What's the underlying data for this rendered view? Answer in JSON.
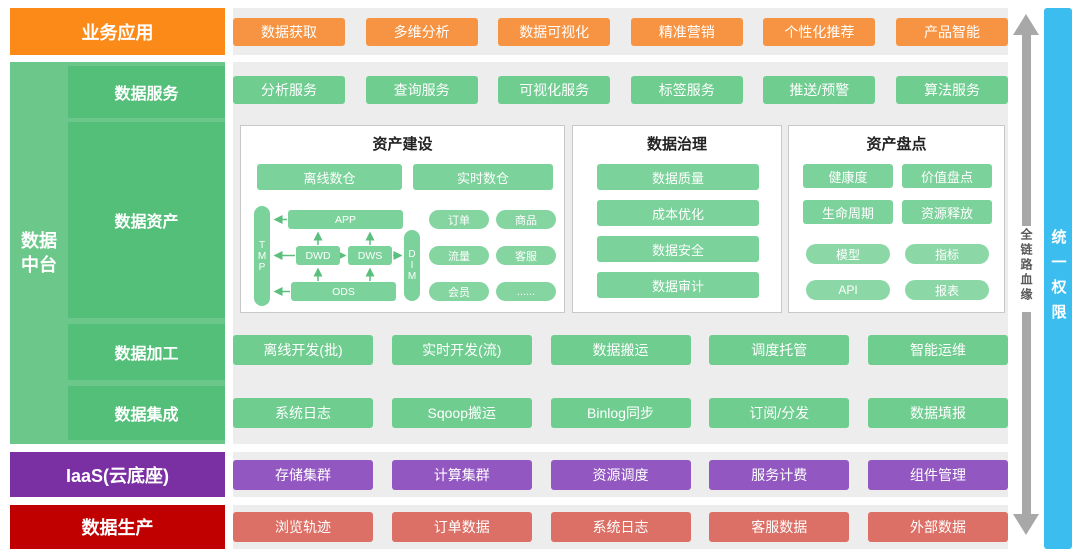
{
  "layers": {
    "business": {
      "label": "业务应用",
      "items": [
        "数据获取",
        "多维分析",
        "数据可视化",
        "精准营销",
        "个性化推荐",
        "产品智能"
      ]
    },
    "platform": {
      "label": "数据中台",
      "services": {
        "label": "数据服务",
        "items": [
          "分析服务",
          "查询服务",
          "可视化服务",
          "标签服务",
          "推送/预警",
          "算法服务"
        ]
      },
      "assets": {
        "label": "数据资产",
        "construction": {
          "title": "资产建设",
          "offline_dw": "离线数仓",
          "realtime_dw": "实时数仓",
          "flow": {
            "tmp": "TMP",
            "app": "APP",
            "dwd": "DWD",
            "dws": "DWS",
            "ods": "ODS",
            "dim": "DIM"
          },
          "pills": [
            "订单",
            "商品",
            "流量",
            "客服",
            "会员",
            "......"
          ]
        },
        "governance": {
          "title": "数据治理",
          "items": [
            "数据质量",
            "成本优化",
            "数据安全",
            "数据审计"
          ]
        },
        "inventory": {
          "title": "资产盘点",
          "items": [
            "健康度",
            "价值盘点",
            "生命周期",
            "资源释放"
          ],
          "pills": [
            "模型",
            "指标",
            "API",
            "报表"
          ]
        }
      },
      "processing": {
        "label": "数据加工",
        "items": [
          "离线开发(批)",
          "实时开发(流)",
          "数据搬运",
          "调度托管",
          "智能运维"
        ]
      },
      "integration": {
        "label": "数据集成",
        "items": [
          "系统日志",
          "Sqoop搬运",
          "Binlog同步",
          "订阅/分发",
          "数据填报"
        ]
      }
    },
    "iaas": {
      "label": "IaaS(云底座)",
      "items": [
        "存储集群",
        "计算集群",
        "资源调度",
        "服务计费",
        "组件管理"
      ]
    },
    "production": {
      "label": "数据生产",
      "items": [
        "浏览轨迹",
        "订单数据",
        "系统日志",
        "客服数据",
        "外部数据"
      ]
    }
  },
  "sidebar": {
    "lineage_label": "全链路血缘",
    "permission_label": "统一权限"
  },
  "colors": {
    "orange_label": "#FB8A19",
    "orange_btn": "#F79443",
    "green_container": "#6CC88A",
    "green_label": "#53BF79",
    "green_btn": "#6FCD90",
    "green_pill": "#8BD8A6",
    "purple_label": "#7A2FA2",
    "purple_btn": "#9257C0",
    "red_label": "#C00000",
    "red_btn": "#DC7066",
    "blue_bar": "#3BBEEF",
    "arrow_gray": "#A8A8A8",
    "band_gray": "#EDEDED"
  }
}
